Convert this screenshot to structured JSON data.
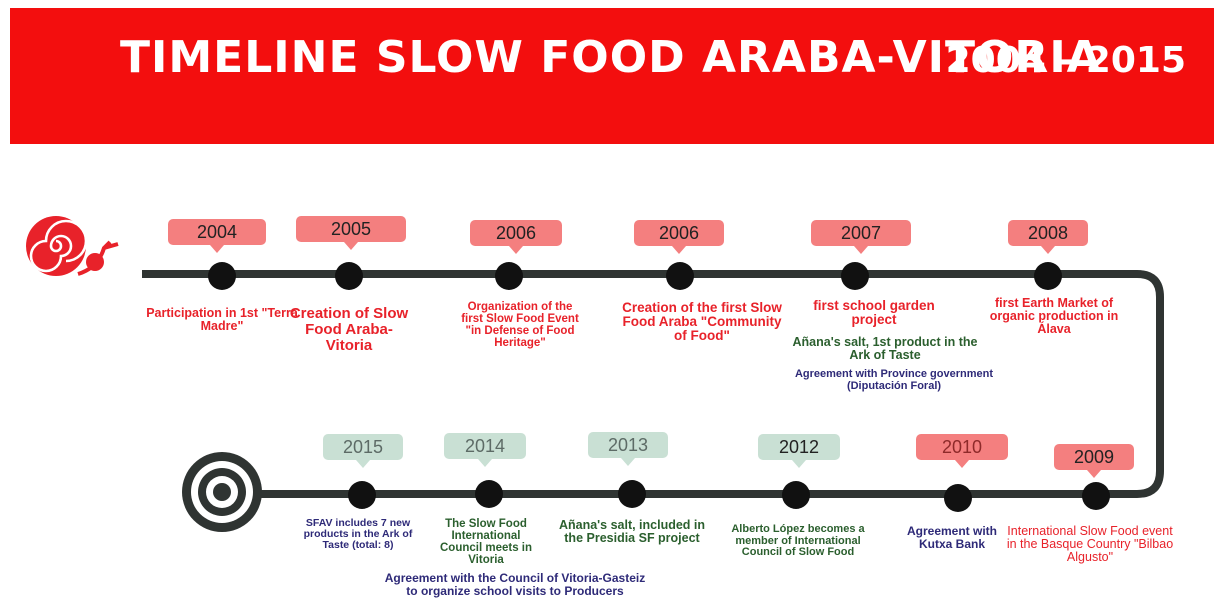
{
  "header": {
    "title": "TIMELINE SLOW FOOD ARABA-VITORIA",
    "range": "2004 - 2015"
  },
  "colors": {
    "banner": "#f30e0e",
    "line": "#2f3432",
    "tag_red": "#f47f7f",
    "tag_green": "#c9e0d4",
    "text_red": "#e8222a",
    "text_green": "#2b5f2e",
    "text_navy": "#2e2a78"
  },
  "icons": {
    "start": "snail-icon",
    "end": "target-icon"
  },
  "milestones": [
    {
      "year": "2004",
      "events": [
        "Participation in 1st \"Terra Madre\""
      ]
    },
    {
      "year": "2005",
      "events": [
        "Creation of Slow Food Araba-Vitoria"
      ]
    },
    {
      "year": "2006",
      "events": [
        "Organization of the first Slow Food Event \"in Defense of Food Heritage\""
      ]
    },
    {
      "year": "2006",
      "events": [
        "Creation of the first Slow Food Araba \"Community of Food\""
      ]
    },
    {
      "year": "2007",
      "events": [
        "first school garden project",
        "Añana's salt, 1st product in the Ark of Taste",
        "Agreement with Province government (Diputación Foral)"
      ]
    },
    {
      "year": "2008",
      "events": [
        "first Earth Market of organic production in Álava"
      ]
    },
    {
      "year": "2009",
      "events": [
        "International Slow Food event in the Basque Country \"Bilbao Algusto\""
      ]
    },
    {
      "year": "2010",
      "events": [
        "Agreement with Kutxa Bank"
      ]
    },
    {
      "year": "2012",
      "events": [
        "Alberto López becomes a member of International Council of Slow Food"
      ]
    },
    {
      "year": "2013",
      "events": [
        "Añana's salt, included in the Presidia SF project"
      ]
    },
    {
      "year": "2014",
      "events": [
        "The Slow Food International Council meets in Vitoria",
        "Agreement with the Council of Vitoria-Gasteiz to organize school visits to Producers"
      ]
    },
    {
      "year": "2015",
      "events": [
        "SFAV includes 7 new products in the Ark of Taste (total: 8)"
      ]
    }
  ]
}
